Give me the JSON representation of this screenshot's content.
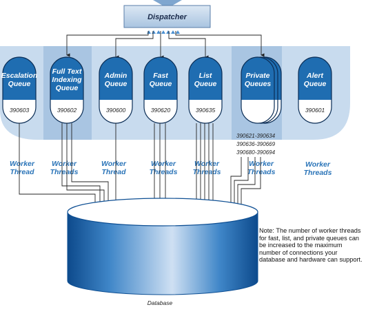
{
  "dispatcher": {
    "label": "Dispatcher"
  },
  "queues": [
    {
      "id": "escalation",
      "lines": [
        "Escalation",
        "Queue"
      ],
      "number": "390603"
    },
    {
      "id": "full-text",
      "lines": [
        "Full Text",
        "Indexing",
        "Queue"
      ],
      "number": "390602"
    },
    {
      "id": "admin",
      "lines": [
        "Admin",
        "Queue"
      ],
      "number": "390600"
    },
    {
      "id": "fast",
      "lines": [
        "Fast",
        "Queue"
      ],
      "number": "390620"
    },
    {
      "id": "list",
      "lines": [
        "List",
        "Queue"
      ],
      "number": "390635"
    },
    {
      "id": "private",
      "lines": [
        "Private",
        "Queues"
      ],
      "number": ""
    },
    {
      "id": "alert",
      "lines": [
        "Alert",
        "Queue"
      ],
      "number": "390601"
    }
  ],
  "private_ranges": [
    "390621-390634",
    "390636-390669",
    "390680-390694"
  ],
  "worker_labels": [
    [
      "Worker",
      "Thread"
    ],
    [
      "Worker",
      "Threads"
    ],
    [
      "Worker",
      "Thread"
    ],
    [
      "Worker",
      "Threads"
    ],
    [
      "Worker",
      "Threads"
    ],
    [
      "Worker",
      "Threads"
    ],
    [
      "Worker",
      "Threads"
    ]
  ],
  "database": {
    "label": "Database"
  },
  "note": {
    "text": "Note:  The number of worker threads for fast, list, and private queues can be increased to the maximum number of connections your database and hardware can support."
  },
  "colors": {
    "band": "#c6d9ec",
    "band_highlight": "#a9c5e2",
    "queue_fill": "#1f6db1",
    "dispatcher_fill": "#c3d6ea",
    "worker_text": "#2a74b8",
    "db_dark": "#0e4f93",
    "db_light": "#cfe0f3"
  }
}
